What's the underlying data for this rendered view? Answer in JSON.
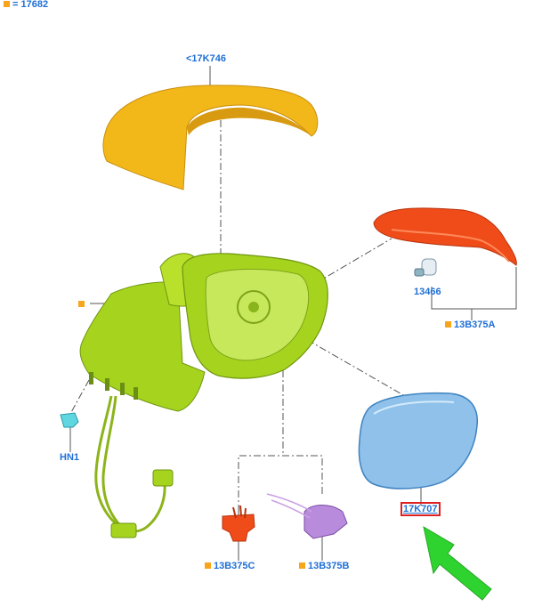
{
  "legend": {
    "marker_color": "#f7a51c",
    "text": "= 17682"
  },
  "parts": {
    "cover": "<17K746",
    "bulb": "13466",
    "indicator": "13B375A",
    "connector": "HN1",
    "lamp_c": "13B375C",
    "lamp_b": "13B375B",
    "glass": "17K707"
  },
  "colors": {
    "label_blue": "#1f6fd6",
    "marker_orange": "#f7a51c",
    "highlight_red": "#e02020",
    "arrow_green": "#2fd32f",
    "housing_green": "#a6d41e",
    "cover_yellow": "#f2b81a",
    "indicator_red": "#ef4c1a",
    "glass_blue": "#8fc1ea",
    "lamp_purple": "#b98bdc"
  }
}
